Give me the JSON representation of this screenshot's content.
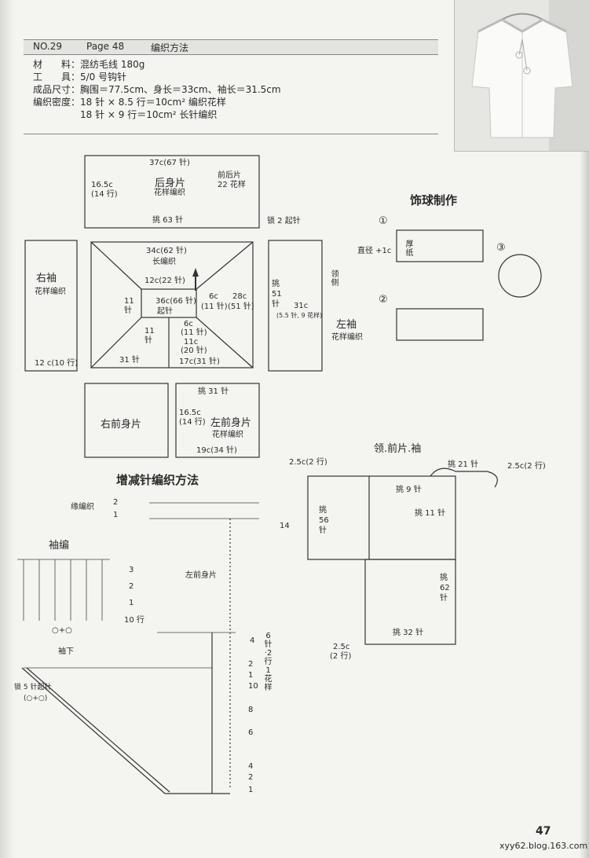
{
  "header": {
    "no": "NO.29",
    "page": "Page 48",
    "title": "编织方法"
  },
  "info": [
    "材　　料：混纺毛线 180g",
    "工　　具：5/0 号钩针",
    "成品尺寸：胸围＝77.5cm、身长＝33cm、袖长＝31.5cm",
    "编织密度：18 针 × 8.5 行＝10cm² 编织花样",
    "　　　　　18 针 × 9 行＝10cm² 长针编织"
  ],
  "labels": {
    "back_top": "37c(67 针)",
    "back_title": "后身片",
    "back_pattern": "花样编织",
    "back_left": "16.5c",
    "back_left2": "(14 行)",
    "back_right": "前后片",
    "back_right2": "22 花样",
    "back_pick": "挑 63 针",
    "chain2": "锁 2 起针",
    "yoke_top": "34c(62 针)",
    "yoke_type": "长编织",
    "yoke_12c": "12c(22 针)",
    "yoke_36c": "36c(66 针)",
    "yoke_start": "起针",
    "yoke_11a": "11",
    "yoke_zhen_a": "针",
    "yoke_11b": "11",
    "yoke_zhen_b": "针",
    "yoke_6c_r": "6c",
    "yoke_11zhen_r": "(11 针)",
    "yoke_28c": "28c",
    "yoke_51": "(51 针)",
    "yoke_6c_b": "6c",
    "yoke_11_b": "(11 针)",
    "yoke_11c": "11c",
    "yoke_20": "(20 针)",
    "yoke_31": "31 针",
    "yoke_17c": "17c(31 针)",
    "rsleeve": "右袖",
    "rsleeve_pattern": "花样编织",
    "rsleeve_12c": "12 c(10 行)",
    "lsleeve_pick": "挑",
    "lsleeve_51": "51",
    "lsleeve_zhen": "针",
    "lsleeve_31c": "31c",
    "lsleeve_55": "(5.5 针, 9 花样)",
    "lsleeve": "左袖",
    "lsleeve_pattern": "花样编织",
    "collar_side": "领侧",
    "rfront": "右前身片",
    "lfront_pick": "挑 31 针",
    "lfront_165": "16.5c",
    "lfront_14": "(14 行)",
    "lfront": "左前身片",
    "lfront_pattern": "花样编织",
    "lfront_19c": "19c(34 针)",
    "ball_title": "饰球制作",
    "ball_1": "①",
    "ball_2": "②",
    "ball_3": "③",
    "ball_dia": "直径 +1c",
    "ball_card": "厚纸",
    "inc_title": "增减针编织方法",
    "inc_chain": "缘编织",
    "inc_2": "2",
    "inc_1": "1",
    "inc_14": "14",
    "inc_lfront": "左前身片",
    "sleeve_edge": "袖编",
    "se_3": "3",
    "se_2": "2",
    "se_1": "1",
    "se_10": "10 行",
    "se_oto": "○+○",
    "se_under": "袖下",
    "bc_4": "4",
    "bc_2": "2",
    "bc_1": "1",
    "bc_10": "10",
    "bc_8": "8",
    "bc_6": "6",
    "bc_4b": "4",
    "bc_2b": "2",
    "bc_1b": "1",
    "bc_vert": "6针·2行1花样",
    "bc_chain": "锁 5 针起针",
    "bc_oto": "(○+○)",
    "collar_title": "领.前片.袖",
    "collar_25a": "2.5c(2 行)",
    "collar_25b": "2.5c(2 行)",
    "collar_pick21": "挑 21 针",
    "collar_pick9": "挑 9 针",
    "collar_pick11": "挑 11 针",
    "collar_pick": "挑",
    "collar_56": "56",
    "collar_zhen": "针",
    "collar_pick_r": "挑",
    "collar_62": "62",
    "collar_zhen_r": "针",
    "collar_pick32": "挑 32 针",
    "collar_25c": "2.5c",
    "collar_2row": "(2 行)"
  },
  "footer": {
    "page_number": "47",
    "url": "xyy62.blog.163.com"
  }
}
